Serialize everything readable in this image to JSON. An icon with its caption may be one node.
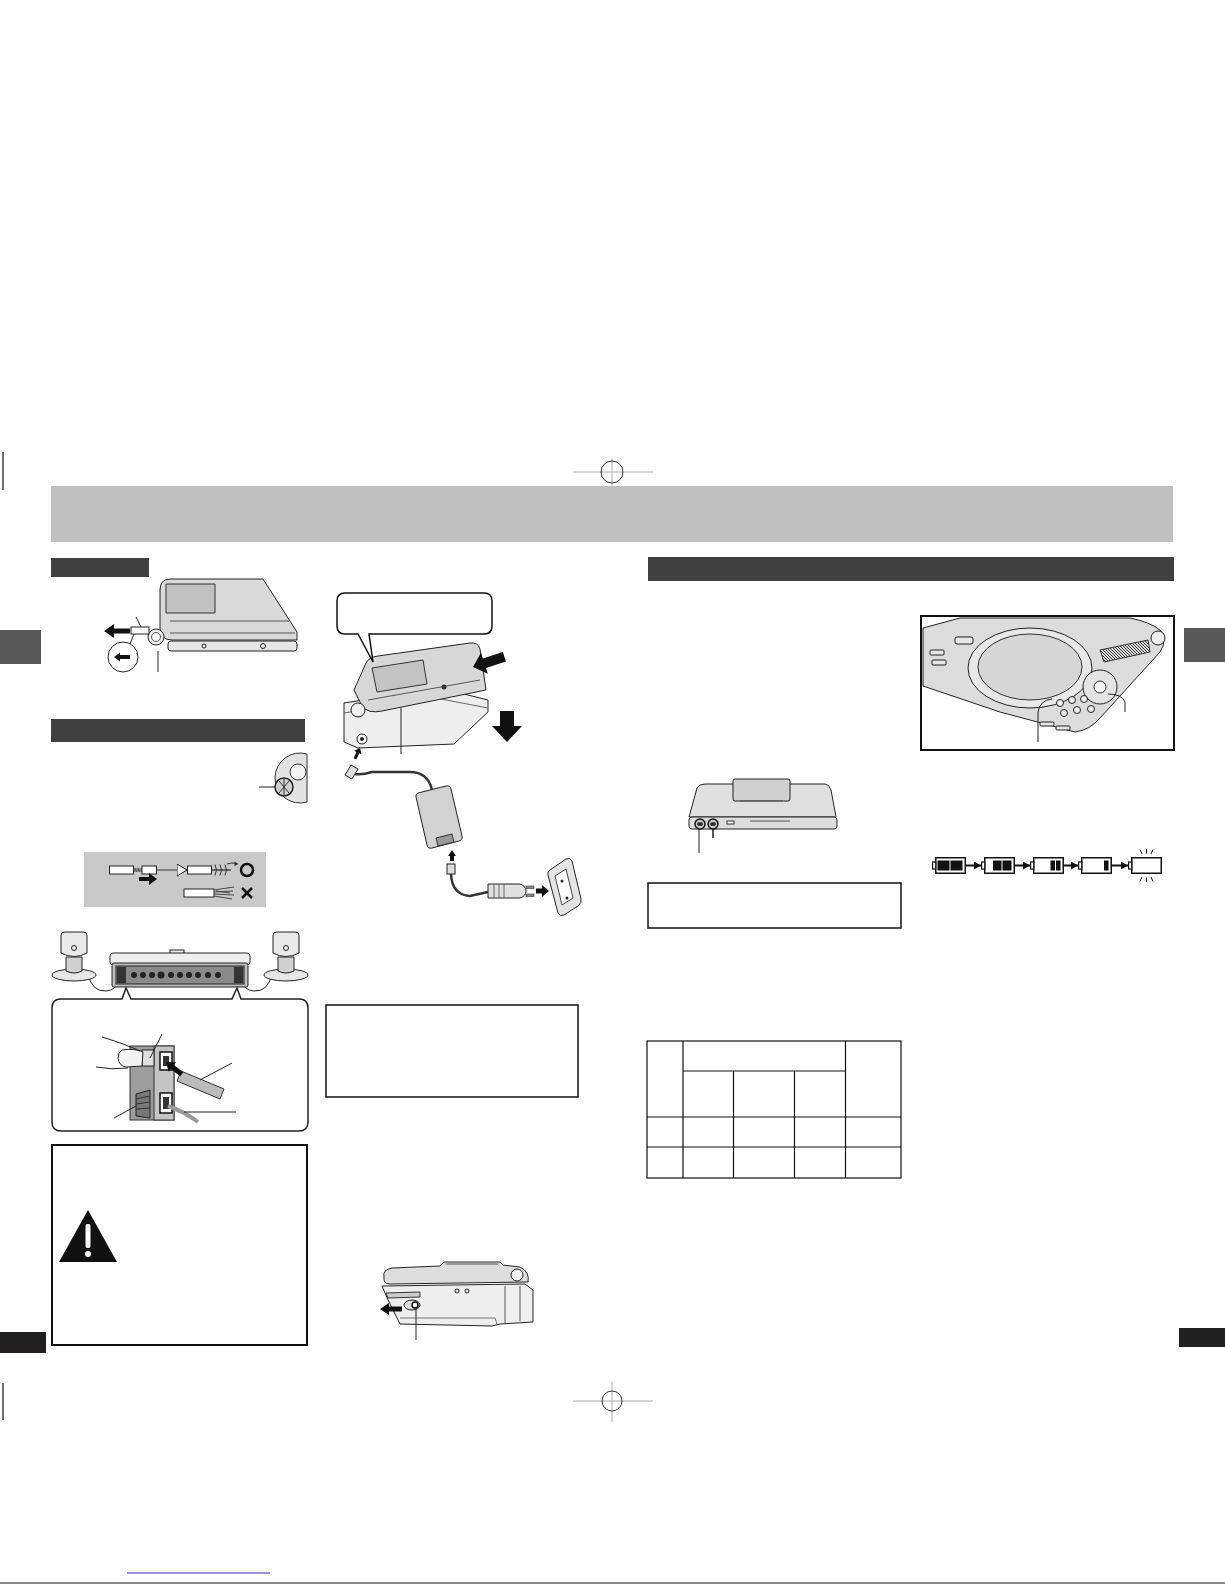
{
  "diagram": {
    "nodes": [
      {
        "text": [],
        "shape": "bar"
      },
      {
        "text": [],
        "shape": "bar"
      },
      {
        "text": [],
        "shape": "wire"
      },
      {
        "text": [],
        "shape": "wire"
      },
      {
        "text": [],
        "shape": "bubble"
      },
      {
        "text": [],
        "shape": "bar"
      },
      {
        "text": [],
        "shape": "battery"
      },
      {
        "text": [],
        "shape": "battery"
      },
      {
        "text": [],
        "shape": "battery"
      },
      {
        "text": [],
        "shape": "battery"
      },
      {
        "text": [],
        "shape": "battery"
      }
    ],
    "edges": [
      {
        "from": 2,
        "to": 3,
        "arrow": "to"
      },
      {
        "from": 6,
        "to": 7,
        "arrow": "to"
      },
      {
        "from": 7,
        "to": 8,
        "arrow": "to"
      },
      {
        "from": 8,
        "to": 9,
        "arrow": "to"
      },
      {
        "from": 9,
        "to": 10,
        "arrow": "to"
      }
    ]
  }
}
